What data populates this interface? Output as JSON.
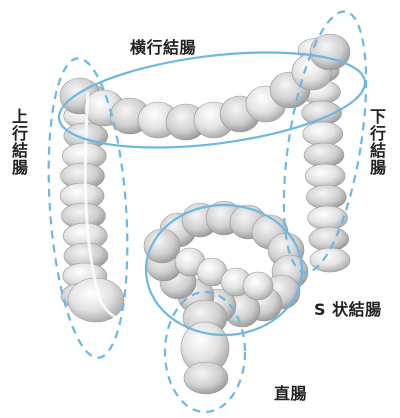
{
  "labels": {
    "transverse": "横行結腸",
    "ascending": "上行結腸",
    "descending": "下行結腸",
    "sigmoid": "S 状結腸",
    "rectum": "直腸"
  },
  "colors": {
    "outline": "#6bb8e0",
    "organ_light": "#f4f4f4",
    "organ_mid": "#d7d7d7",
    "organ_dark": "#a9a9a9",
    "text": "#222222"
  }
}
